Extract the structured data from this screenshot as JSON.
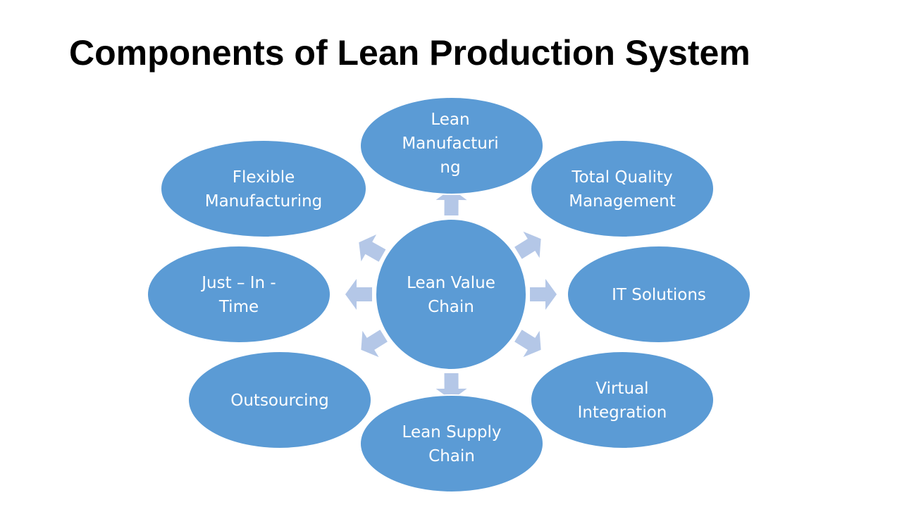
{
  "slide": {
    "title": "Components of Lean Production System"
  },
  "diagram": {
    "center": {
      "lines": [
        "Lean Value",
        "Chain"
      ]
    },
    "nodes": [
      {
        "id": "lean-manufacturing",
        "lines": [
          "Lean",
          "Manufacturi",
          "ng"
        ]
      },
      {
        "id": "total-quality-management",
        "lines": [
          "Total Quality",
          "Management"
        ]
      },
      {
        "id": "it-solutions",
        "lines": [
          "IT Solutions"
        ]
      },
      {
        "id": "virtual-integration",
        "lines": [
          "Virtual",
          "Integration"
        ]
      },
      {
        "id": "lean-supply-chain",
        "lines": [
          "Lean Supply",
          "Chain"
        ]
      },
      {
        "id": "outsourcing",
        "lines": [
          "Outsourcing"
        ]
      },
      {
        "id": "just-in-time",
        "lines": [
          "Just – In -",
          "Time"
        ]
      },
      {
        "id": "flexible-manufacturing",
        "lines": [
          "Flexible",
          "Manufacturing"
        ]
      }
    ]
  },
  "colors": {
    "ellipse_fill": "#5b9bd5",
    "ellipse_stroke": "#ffffff",
    "arrow_fill": "#b4c7e7",
    "text": "#ffffff"
  }
}
